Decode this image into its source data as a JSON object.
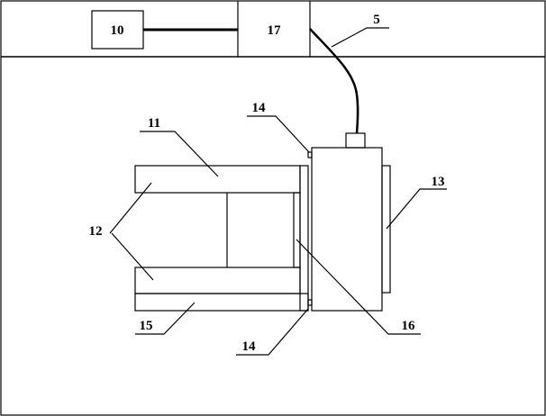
{
  "labels": {
    "block_10": "10",
    "block_17": "17",
    "cable_5": "5",
    "arm_11": "11",
    "arms_12": "12",
    "plate_13": "13",
    "sensor_14_top": "14",
    "sensor_14_bottom": "14",
    "rail_15": "15",
    "plate_16": "16"
  }
}
